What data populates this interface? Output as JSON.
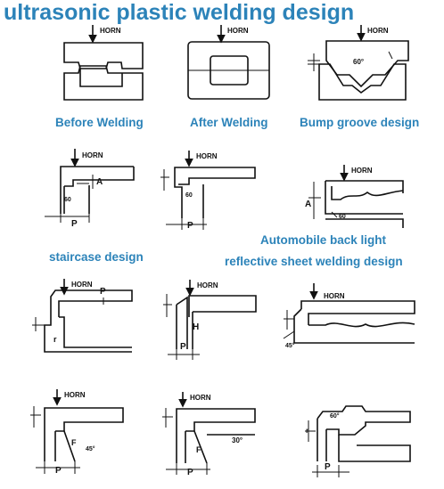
{
  "title": "ultrasonic plastic welding design",
  "captions": {
    "before": "Before Welding",
    "after": "After Welding",
    "bump": "Bump groove design",
    "staircase": "staircase design",
    "auto1": "Automobile back light",
    "auto2": "reflective sheet welding design"
  },
  "labels": {
    "horn": "HORN",
    "p": "P",
    "a": "A",
    "f": "F",
    "h": "H",
    "r": "r",
    "angle60": "60°",
    "angle60b": "60",
    "angle45": "45°",
    "angle30": "30°"
  },
  "colors": {
    "caption": "#2c83b9",
    "line": "#111111"
  }
}
